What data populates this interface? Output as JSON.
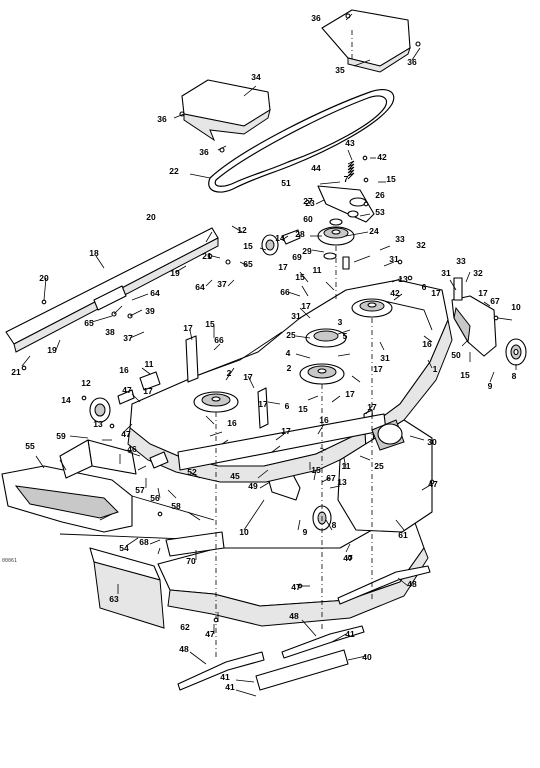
{
  "drawing_id": "00061",
  "callouts": [
    "1",
    "2",
    "3",
    "4",
    "5",
    "6",
    "7",
    "8",
    "9",
    "10",
    "11",
    "12",
    "13",
    "14",
    "15",
    "16",
    "17",
    "18",
    "19",
    "20",
    "21",
    "22",
    "23",
    "24",
    "25",
    "26",
    "27",
    "28",
    "29",
    "30",
    "31",
    "32",
    "33",
    "34",
    "35",
    "36",
    "37",
    "38",
    "39",
    "40",
    "41",
    "42",
    "43",
    "44",
    "45",
    "46",
    "47",
    "48",
    "49",
    "50",
    "51",
    "52",
    "53",
    "54",
    "55",
    "56",
    "57",
    "58",
    "59",
    "60",
    "61",
    "62",
    "63",
    "64",
    "65",
    "66",
    "67",
    "68",
    "69",
    "70"
  ]
}
